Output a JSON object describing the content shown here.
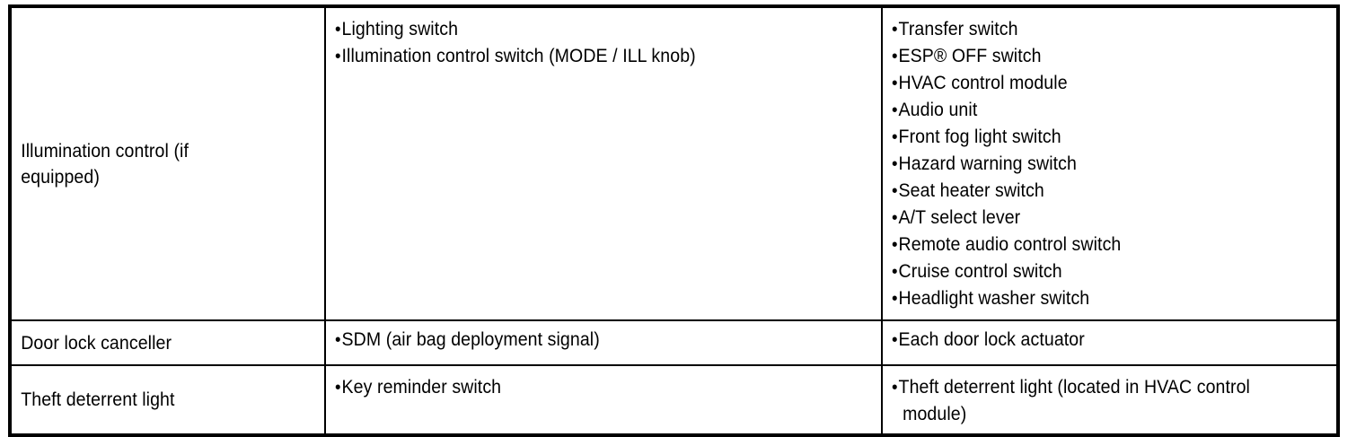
{
  "document": {
    "type": "service-manual-component-table",
    "background_color": "#ffffff",
    "text_color": "#000000",
    "border_color": "#000000"
  },
  "table": {
    "name": "system-component-table",
    "column_count": 3,
    "row_count": 3,
    "rows": [
      {
        "system": "Illumination control (if\nequipped)",
        "inputs": [
          "Lighting switch",
          "Illumination control switch (MODE / ILL knob)"
        ],
        "outputs": [
          "Transfer switch",
          "ESP® OFF switch",
          "HVAC control module",
          "Audio unit",
          "Front fog light switch",
          "Hazard warning switch",
          "Seat heater switch",
          "A/T select lever",
          "Remote audio control switch",
          "Cruise control switch",
          "Headlight washer switch"
        ]
      },
      {
        "system": "Door lock canceller",
        "inputs": [
          "SDM (air bag deployment signal)"
        ],
        "outputs": [
          "Each door lock actuator"
        ]
      },
      {
        "system": "Theft deterrent light",
        "inputs": [
          "Key reminder switch"
        ],
        "outputs": [
          "Theft deterrent light (located in HVAC control module)"
        ]
      }
    ]
  }
}
